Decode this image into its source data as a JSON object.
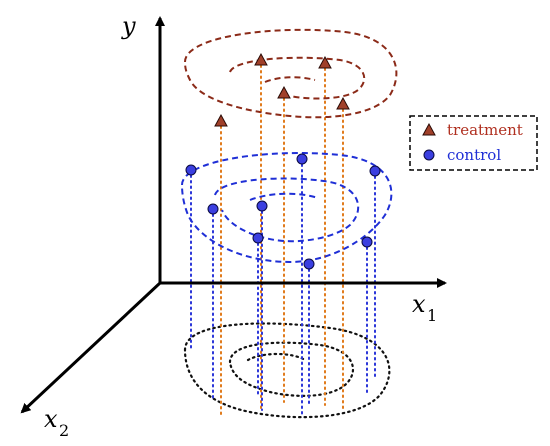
{
  "axes": {
    "y": {
      "symbol": "y"
    },
    "x1": {
      "symbol": "x",
      "subscript": "1"
    },
    "x2": {
      "symbol": "x",
      "subscript": "2"
    }
  },
  "legend": {
    "items": [
      {
        "label": "treatment",
        "marker": "triangle",
        "color": "#b03020",
        "fill": "#a0402a"
      },
      {
        "label": "control",
        "marker": "circle",
        "color": "#1f2fd6",
        "fill": "#3b3fe0"
      }
    ]
  },
  "colors": {
    "treatment_loop": "#8b2a18",
    "control_loop": "#1f2fd6",
    "projection_loop": "#111111",
    "treatment_drop": "#e07a1a",
    "control_drop": "#2a35d8",
    "axis": "#000000"
  }
}
